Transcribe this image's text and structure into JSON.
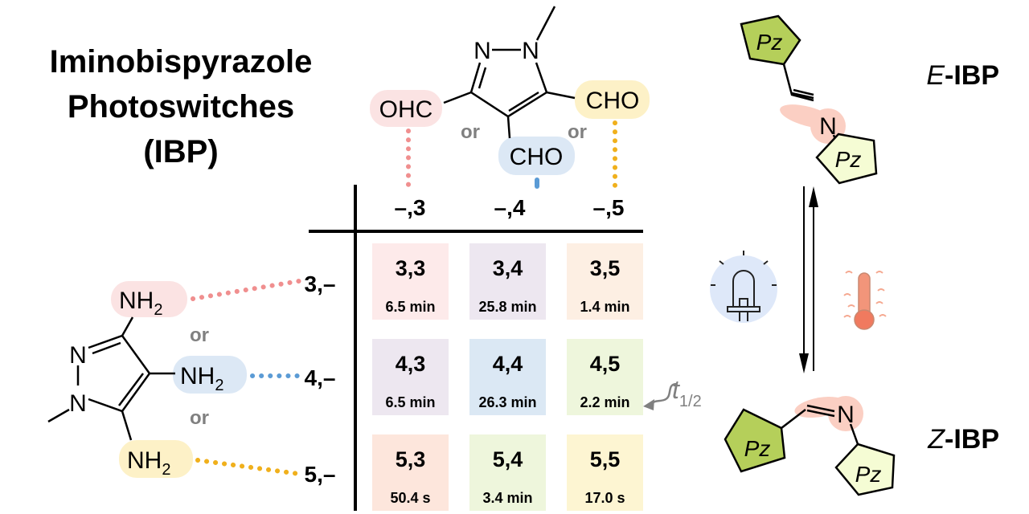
{
  "title": {
    "line1": "Iminobispyrazole",
    "line2": "Photoswitches",
    "line3": "(IBP)"
  },
  "aldehyde": {
    "ring_atoms": [
      "N",
      "N"
    ],
    "groups": [
      {
        "label": "OHC",
        "color": "#fbe3e3"
      },
      {
        "label": "CHO",
        "color": "#dce8f5"
      },
      {
        "label": "CHO",
        "color": "#fdf1c7"
      }
    ],
    "or_labels": [
      "or",
      "or"
    ]
  },
  "amine": {
    "ring_atoms": [
      "N",
      "N"
    ],
    "groups": [
      {
        "label": "NH",
        "sub": "2",
        "color": "#fbe3e3"
      },
      {
        "label": "NH",
        "sub": "2",
        "color": "#dce8f5"
      },
      {
        "label": "NH",
        "sub": "2",
        "color": "#fdf1c7"
      }
    ],
    "or_labels": [
      "or",
      "or"
    ]
  },
  "table": {
    "column_headers": [
      "–,3",
      "–,4",
      "–,5"
    ],
    "row_headers": [
      "3,–",
      "4,–",
      "5,–"
    ],
    "rows": [
      [
        {
          "id": "3,3",
          "t_half": "6.5 min",
          "color": "#fdeaea"
        },
        {
          "id": "3,4",
          "t_half": "25.8 min",
          "color": "#ede7f0"
        },
        {
          "id": "3,5",
          "t_half": "1.4 min",
          "color": "#fdefe3"
        }
      ],
      [
        {
          "id": "4,3",
          "t_half": "6.5 min",
          "color": "#ede7f0"
        },
        {
          "id": "4,4",
          "t_half": "26.3 min",
          "color": "#dbe8f4"
        },
        {
          "id": "4,5",
          "t_half": "2.2 min",
          "color": "#eef6dc"
        }
      ],
      [
        {
          "id": "5,3",
          "t_half": "50.4 s",
          "color": "#fde6dc"
        },
        {
          "id": "5,4",
          "t_half": "3.4 min",
          "color": "#eef6dc"
        },
        {
          "id": "5,5",
          "t_half": "17.0 s",
          "color": "#fdf5d2"
        }
      ]
    ],
    "annotation": {
      "symbol": "t",
      "sub": "1/2"
    }
  },
  "switch": {
    "e_isomer": {
      "prefix": "E",
      "suffix": "-IBP"
    },
    "z_isomer": {
      "prefix": "Z",
      "suffix": "-IBP"
    },
    "ring_label": "Pz",
    "imine_n": "N",
    "colors": {
      "dark_ring": "#b5cf5a",
      "light_ring": "#f5fcd4",
      "imine_highlight": "#fbcfc3"
    }
  },
  "colors": {
    "pink_dot": "#f08f8f",
    "blue_dot": "#5b9bd5",
    "orange_dot": "#f0b01c"
  }
}
